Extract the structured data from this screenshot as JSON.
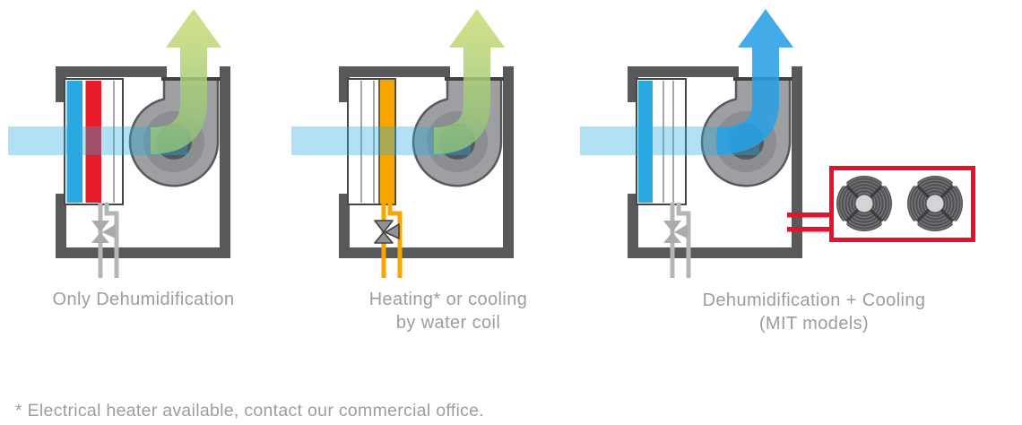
{
  "units": [
    {
      "id": "only-dehumidification",
      "labels": [
        "Only Dehumidification"
      ],
      "outlet_arrow_icon": "up-arrow-green",
      "inlet_arrow_icon": "right-air-stream-blue",
      "coil_type": "dehumidification-coil-blue-red",
      "valve_icon": "three-way-valve",
      "condenser": false
    },
    {
      "id": "heating-cooling-water-coil",
      "labels": [
        "Heating* or cooling",
        "by water coil"
      ],
      "outlet_arrow_icon": "up-arrow-green",
      "inlet_arrow_icon": "right-air-stream-blue",
      "coil_type": "water-coil-orange",
      "valve_icon": "three-way-valve",
      "condenser": false
    },
    {
      "id": "dehumidification-cooling-mit",
      "labels": [
        "Dehumidification + Cooling",
        "(MIT models)"
      ],
      "outlet_arrow_icon": "up-arrow-blue",
      "inlet_arrow_icon": "right-air-stream-blue",
      "coil_type": "cooling-coil-blue",
      "valve_icon": "three-way-valve",
      "condenser": true
    }
  ],
  "footnote": "* Electrical heater available, contact our commercial office.",
  "colors": {
    "wall_gray": "#58595b",
    "flange_dark": "#414042",
    "fan_body_gray": "#9d9fa2",
    "fan_ring_gray": "#8b8d90",
    "fan_hub_gray": "#565759",
    "air_stream_blue": "#29abe2",
    "arrow_green_top": "#ccdd74",
    "arrow_green_bottom": "#8abf7f",
    "arrow_blue": "#2aa0e4",
    "coil_blue": "#29a8e2",
    "coil_red": "#e71c28",
    "coil_orange": "#f7a600",
    "coil_outline": "#454547",
    "coil_divider": "#6d6e71",
    "pipe_gray": "#b3b5b7",
    "pipe_orange": "#f7a600",
    "valve_gray": "#a9abad",
    "valve_dark_gray": "#8f9194",
    "valve_outline": "#3f4042",
    "condenser_red": "#e8112d",
    "condenser_fan_disc": "#505254",
    "condenser_fan_ring": "#7a7c7f",
    "condenser_fan_brace": "#3b3c3e",
    "condenser_fan_hub": "#d2d4d5",
    "label_gray": "#9b9da0"
  }
}
